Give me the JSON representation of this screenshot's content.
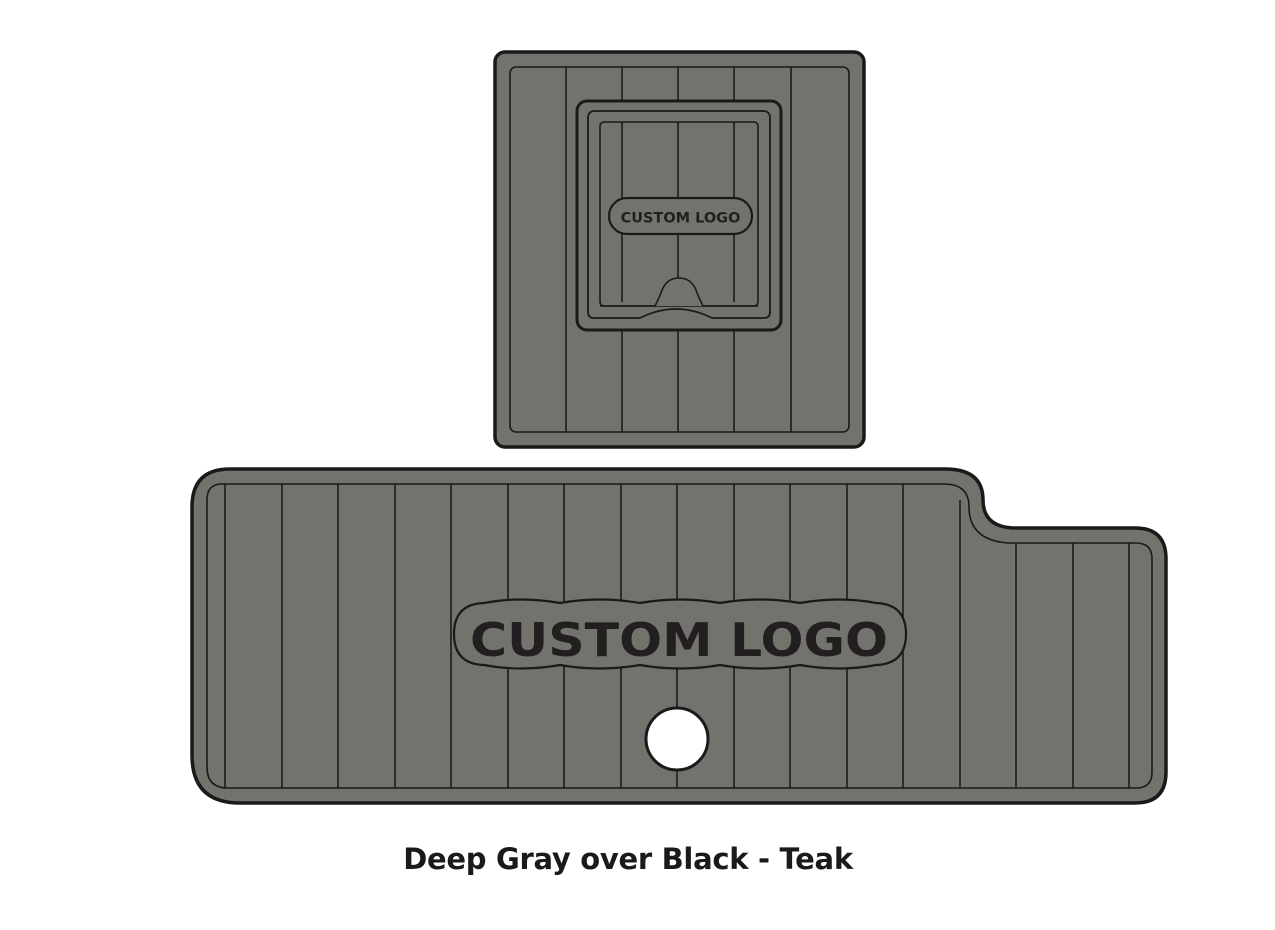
{
  "small_pad": {
    "logo_text": "CUSTOM LOGO"
  },
  "large_pad": {
    "logo_text": "CUSTOM LOGO"
  },
  "caption": "Deep Gray over Black - Teak",
  "colors": {
    "pad_fill": "#73736d",
    "outline": "#1a1a1a",
    "logo_fill": "#231f20",
    "background": "#ffffff",
    "hole_fill": "#ffffff"
  }
}
